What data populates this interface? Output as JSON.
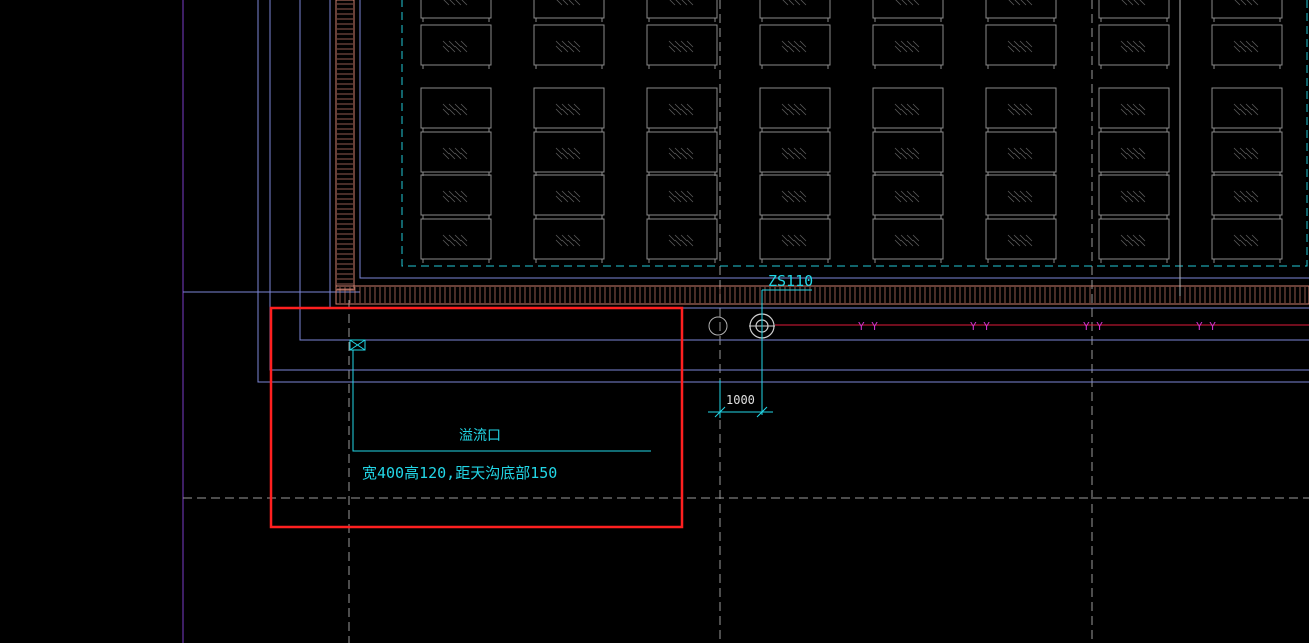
{
  "drawing": {
    "background": "#000000",
    "pipe_label": "ZS110",
    "dimension_value": "1000",
    "callout_title": "溢流口",
    "callout_note": "宽400高120,距天沟底部150",
    "highlight_color": "#ff2020",
    "text_color": "#22d6e6",
    "pipe_color": "#e01a3a",
    "pipe_marker_color": "#cc33cc",
    "pipe_marker_glyph": "Y Y",
    "layer_line_color": "#7c86d6",
    "gridline_color": "#9a9a9a",
    "panel_color": "#8a8a8a",
    "hatch_color": "#d08070",
    "dashed_boundary_color": "#22c9d6",
    "purple_axis_color": "#7a3cc8"
  },
  "panels": {
    "columns": 8,
    "rows": 6
  }
}
